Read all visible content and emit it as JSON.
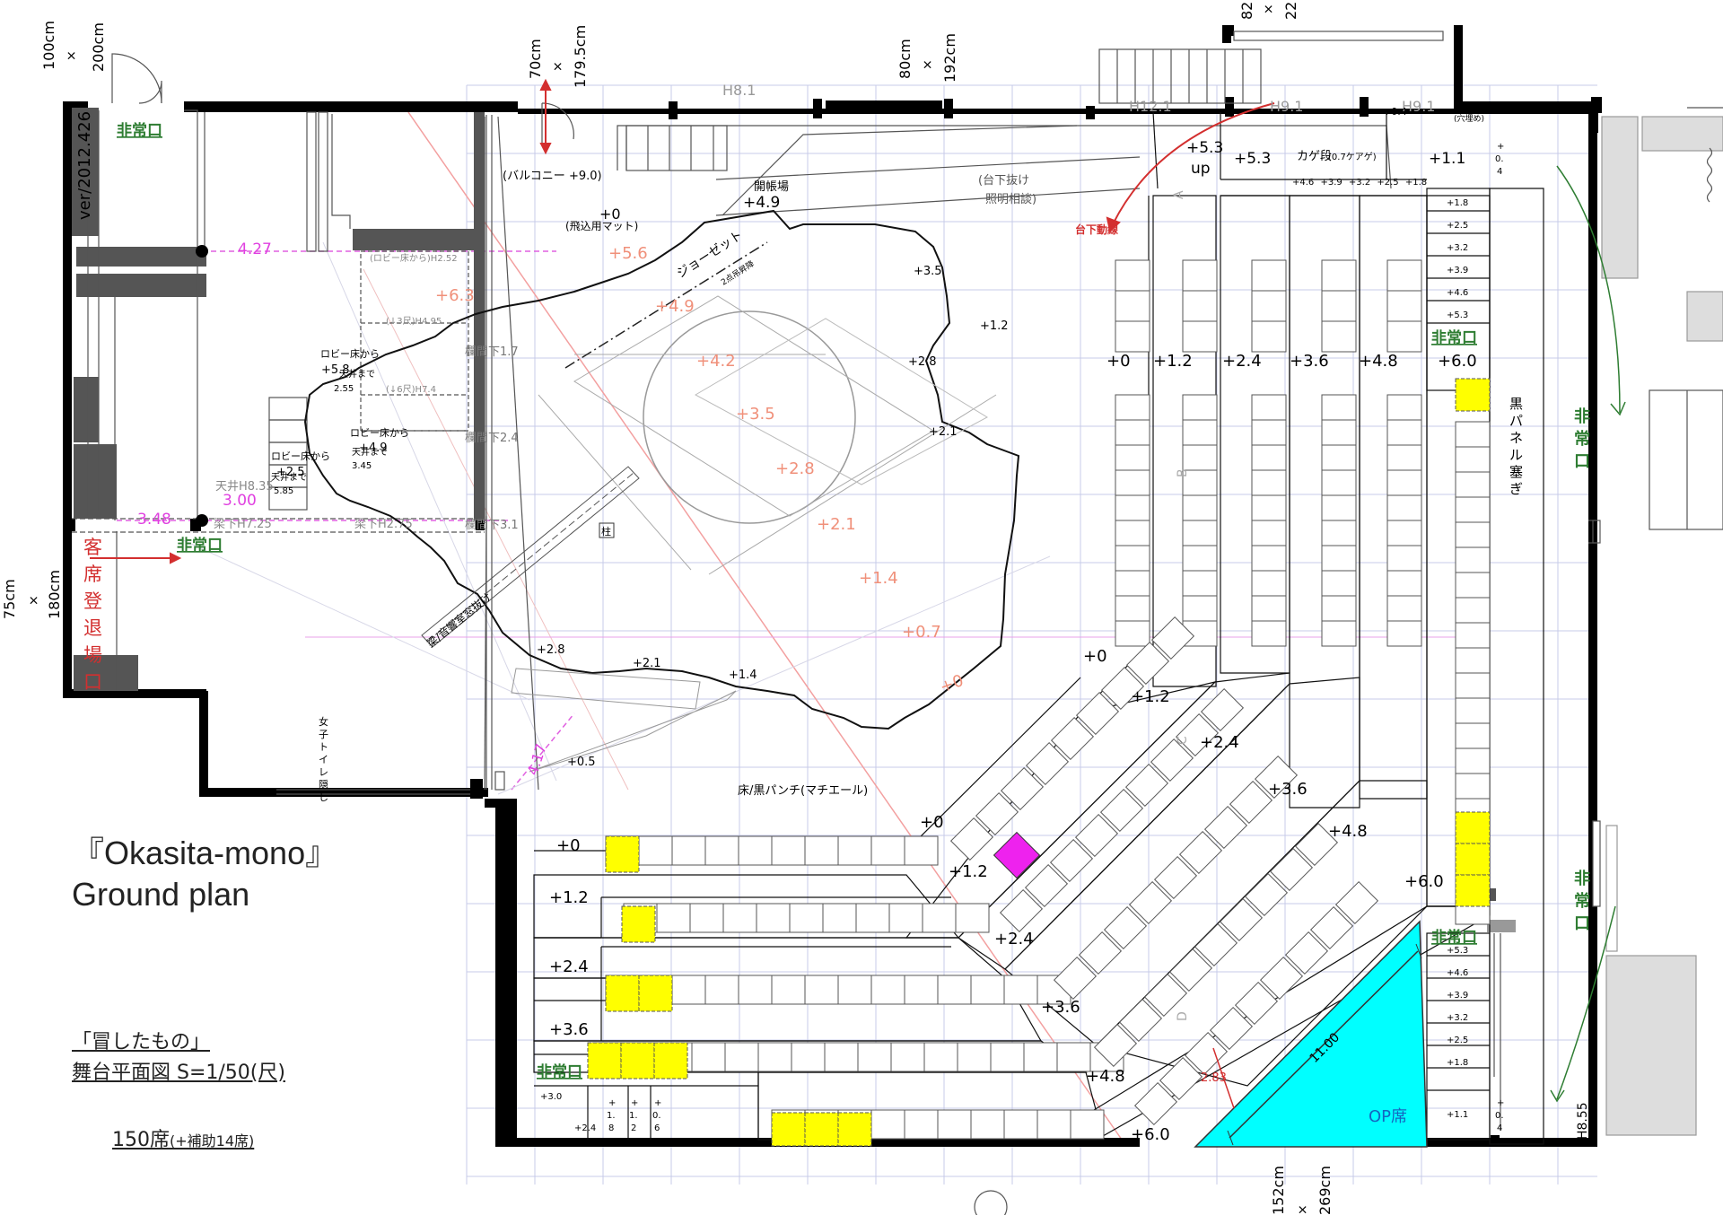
{
  "title": {
    "en_line1": "『Okasita-mono』",
    "en_line2": "Ground plan",
    "jp_line1": "「冒したもの」",
    "jp_line2": "舞台平面図 S=1/50(尺)",
    "seats": "150席",
    "seats_extra": "(+補助14席)",
    "version": "ver/2012.426"
  },
  "doors": {
    "top_left": [
      "100cm",
      "×",
      "200cm"
    ],
    "left": [
      "75cm",
      "×",
      "180cm"
    ],
    "top1": [
      "70cm",
      "×",
      "179.5cm"
    ],
    "top2": [
      "80cm",
      "×",
      "192cm"
    ],
    "top3": [
      "82",
      "×",
      "22"
    ],
    "bottom": [
      "152cm",
      "×",
      "269cm"
    ]
  },
  "exits": {
    "label": "非常口",
    "vertical": [
      "非",
      "常",
      "口"
    ],
    "audience_entry": [
      "客",
      "席",
      "登",
      "退",
      "場",
      "口"
    ]
  },
  "stage": {
    "balcony": "(バルコニー +9.0)",
    "mat_level": "+0",
    "mat": "(飛込用マット)",
    "curtain": "開帳場",
    "curtain_level": "+4.9",
    "under_stage": "(台下抜け",
    "lighting": "照明相談)",
    "under_path": "台下動線",
    "joseph": "ジョーゼット",
    "joseph_sub": "2点吊昇降",
    "floor": "床/黒パンチ(マチエール)",
    "black_panel": [
      "黒",
      "パ",
      "ネ",
      "ル",
      "塞",
      "ぎ"
    ],
    "toilet": [
      "女",
      "子",
      "ト",
      "イ",
      "レ",
      "隠",
      "し"
    ],
    "kage": "カゲ段",
    "kage_sub": "(0.7ケアゲ)",
    "kage_levels": "+4.6 +3.9 +3.2 +2.5 +1.8",
    "top_level1": "+5.3",
    "top_up": "up",
    "top_level2": "+5.3",
    "top_level3": "+1.1",
    "hole": "(穴埋め)",
    "op": "OP席",
    "dim_11": "11.00",
    "dim_283": "2.83"
  },
  "heights": {
    "h81": "H8.1",
    "h121": "H12.1",
    "h91a": "H9.1",
    "h91b": "H9.1",
    "h855": "H8.55",
    "beam1": "欄間下1.7",
    "beam2": "欄間下2.4",
    "beam3": "欄間下3.1",
    "lobby1": "(ロビー床から)H2.52",
    "lobby2": "(↓3尺)H4.95",
    "lobby3": "(↓6尺)H7.4",
    "ceil1": "天井H8.35",
    "beam4": "梁下H7.25",
    "beam5": "梁下H2.75",
    "lobby_a": "ロビー床から",
    "lobby_a2": "+5.8",
    "lobby_a3": "天井まで",
    "lobby_a4": "2.55",
    "lobby_b": "ロビー床から",
    "lobby_b2": "+4.9",
    "lobby_b3": "天井まで",
    "lobby_b4": "3.45",
    "lobby_c": "ロビー床から",
    "lobby_c2": "+2.5",
    "lobby_c3": "天井まで",
    "lobby_c4": "5.85",
    "sound": "梁/音響室窓抜け",
    "pillar": "柱"
  },
  "dims": {
    "d427": "4.27",
    "d348": "3.48",
    "d300": "3.00",
    "d417": "4.17"
  },
  "stage_levels": {
    "l56": "+5.6",
    "l63": "+6.3",
    "l49": "+4.9",
    "l42": "+4.2",
    "l35": "+3.5",
    "l28": "+2.8",
    "l21": "+2.1",
    "l14": "+1.4",
    "l07": "+0.7",
    "l0": "+0",
    "w35": "+3.5",
    "w12": "+1.2",
    "w28": "+2.8",
    "w21": "+2.1",
    "b28": "+2.8",
    "b21": "+2.1",
    "b14": "+1.4",
    "b05": "+0.5"
  },
  "rows": {
    "r0": "+0",
    "r12": "+1.2",
    "r24": "+2.4",
    "r36": "+3.6",
    "r48": "+4.8",
    "r60": "+6.0",
    "left_rows": [
      "+0",
      "+1.2",
      "+2.4",
      "+3.6"
    ],
    "diag_rows": [
      "+0",
      "+1.2",
      "+2.4",
      "+3.6",
      "+4.8",
      "+6.0"
    ],
    "diag2_rows": [
      "+0",
      "+1.2",
      "+2.4",
      "+3.6",
      "+4.8",
      "+6.0"
    ],
    "side_top": [
      "+1.8",
      "+2.5",
      "+3.2",
      "+3.9",
      "+4.6",
      "+5.3"
    ],
    "side_bottom": [
      "+5.3",
      "+4.6",
      "+3.9",
      "+3.2",
      "+2.5",
      "+1.8",
      "+1.1"
    ],
    "bottom_steps": [
      "+3.0",
      "+2.4"
    ],
    "bottom_vert": [
      [
        "+",
        "1.",
        "8"
      ],
      [
        "+",
        "1.",
        "2"
      ],
      [
        "+",
        "0.",
        "6"
      ]
    ],
    "side_small": [
      "+",
      "0.",
      "4"
    ],
    "small04": "+0.4",
    "section_letters": [
      "A",
      "B",
      "C",
      "D"
    ]
  },
  "colors": {
    "wall": "#000000",
    "seat_yellow": "#ffff00",
    "op": "#00ffff",
    "exit_green": "#2e7d32",
    "red": "#d32f2f",
    "magenta": "#ee22ee",
    "salmon": "#f0907a",
    "grid": "#c7cbe8"
  }
}
